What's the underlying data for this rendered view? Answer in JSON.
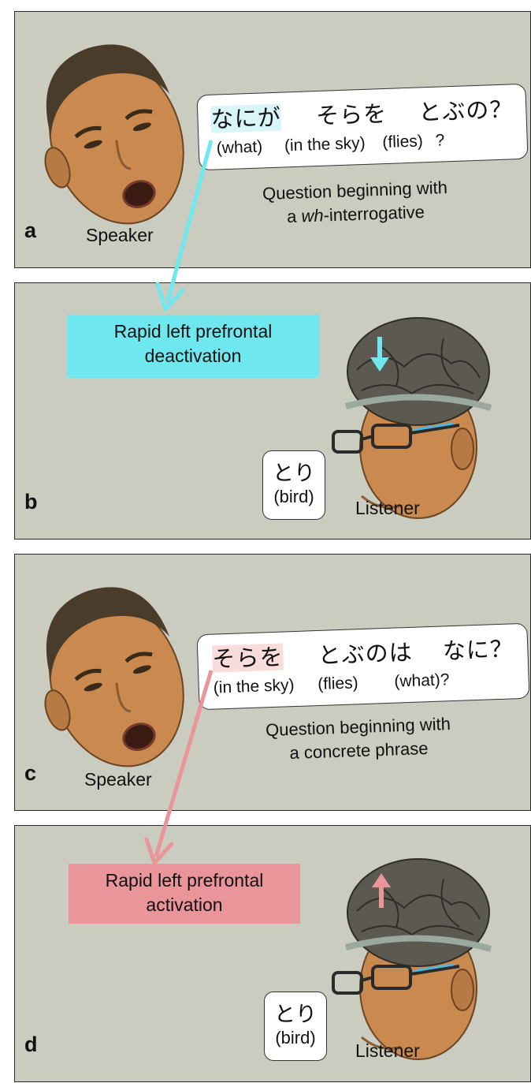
{
  "colors": {
    "panel_bg": "#c9ccbf",
    "cyan": "#6ee8ee",
    "pink": "#e9959a",
    "skin": "#c9894f",
    "hair": "#4a3c2a",
    "brain": "#5c5a50"
  },
  "panel_a": {
    "label": "a",
    "role": "Speaker",
    "question": {
      "jp_words": [
        "なにが",
        "そらを",
        "とぶの？"
      ],
      "en_words": [
        "(what)",
        "(in the sky)",
        "(flies)",
        "?"
      ]
    },
    "caption_line1": "Question beginning with",
    "caption_line2_pre": "a ",
    "caption_line2_em": "wh",
    "caption_line2_post": "-interrogative"
  },
  "panel_b": {
    "label": "b",
    "role": "Listener",
    "effect_line1": "Rapid left prefrontal",
    "effect_line2": "deactivation",
    "answer_jp": "とり",
    "answer_en": "(bird)",
    "arrow_direction": "down"
  },
  "panel_c": {
    "label": "c",
    "role": "Speaker",
    "question": {
      "jp_words": [
        "そらを",
        "とぶのは",
        "なに？"
      ],
      "en_words": [
        "(in the sky)",
        "(flies)",
        "(what)?"
      ]
    },
    "caption_line1": "Question beginning with",
    "caption_line2": "a concrete phrase"
  },
  "panel_d": {
    "label": "d",
    "role": "Listener",
    "effect_line1": "Rapid left prefrontal",
    "effect_line2": "activation",
    "answer_jp": "とり",
    "answer_en": "(bird)",
    "arrow_direction": "up"
  }
}
